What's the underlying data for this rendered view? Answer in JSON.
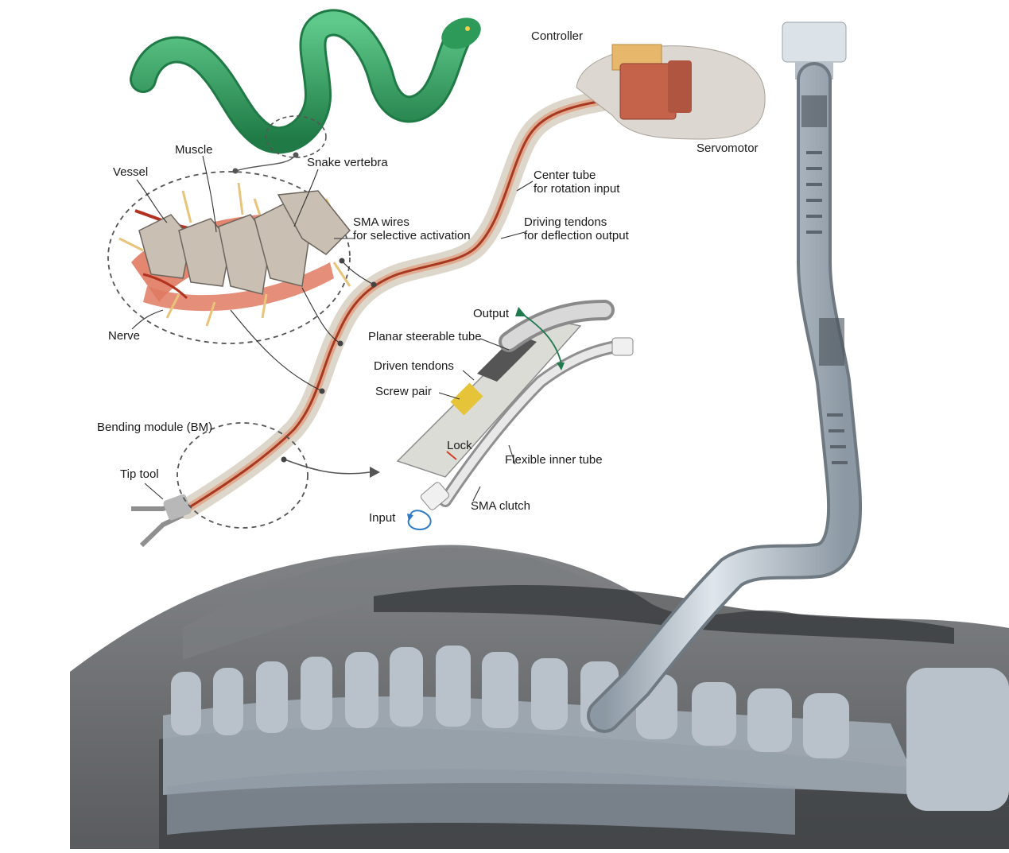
{
  "labels": {
    "controller": "Controller",
    "servomotor": "Servomotor",
    "muscle": "Muscle",
    "snake_vertebra": "Snake vertebra",
    "vessel": "Vessel",
    "sma_wires_1": "SMA wires",
    "sma_wires_2": "for selective activation",
    "center_tube_1": "Center tube",
    "center_tube_2": "for rotation input",
    "driving_tendons_1": "Driving tendons",
    "driving_tendons_2": "for deflection output",
    "nerve": "Nerve",
    "output": "Output",
    "planar_steerable_tube": "Planar steerable tube",
    "driven_tendons": "Driven tendons",
    "screw_pair": "Screw pair",
    "lock": "Lock",
    "flexible_inner_tube": "Flexible inner tube",
    "bending_module": "Bending module (BM)",
    "tip_tool": "Tip tool",
    "sma_clutch": "SMA clutch",
    "input": "Input"
  },
  "colors": {
    "snake_green": "#2e9a5a",
    "muscle_red": "#e07a62",
    "vessel_red": "#b2321f",
    "nerve_tan": "#e8c47a",
    "vertebra_beige": "#c9bfb3",
    "motor_red": "#c4634a",
    "tube_gray": "#c9d2da",
    "anatomy_dark": "#5b5e61",
    "bone_blue": "#8e9aa5",
    "output_arrow": "#1f7a4e",
    "input_arrow": "#2d7bc4"
  }
}
